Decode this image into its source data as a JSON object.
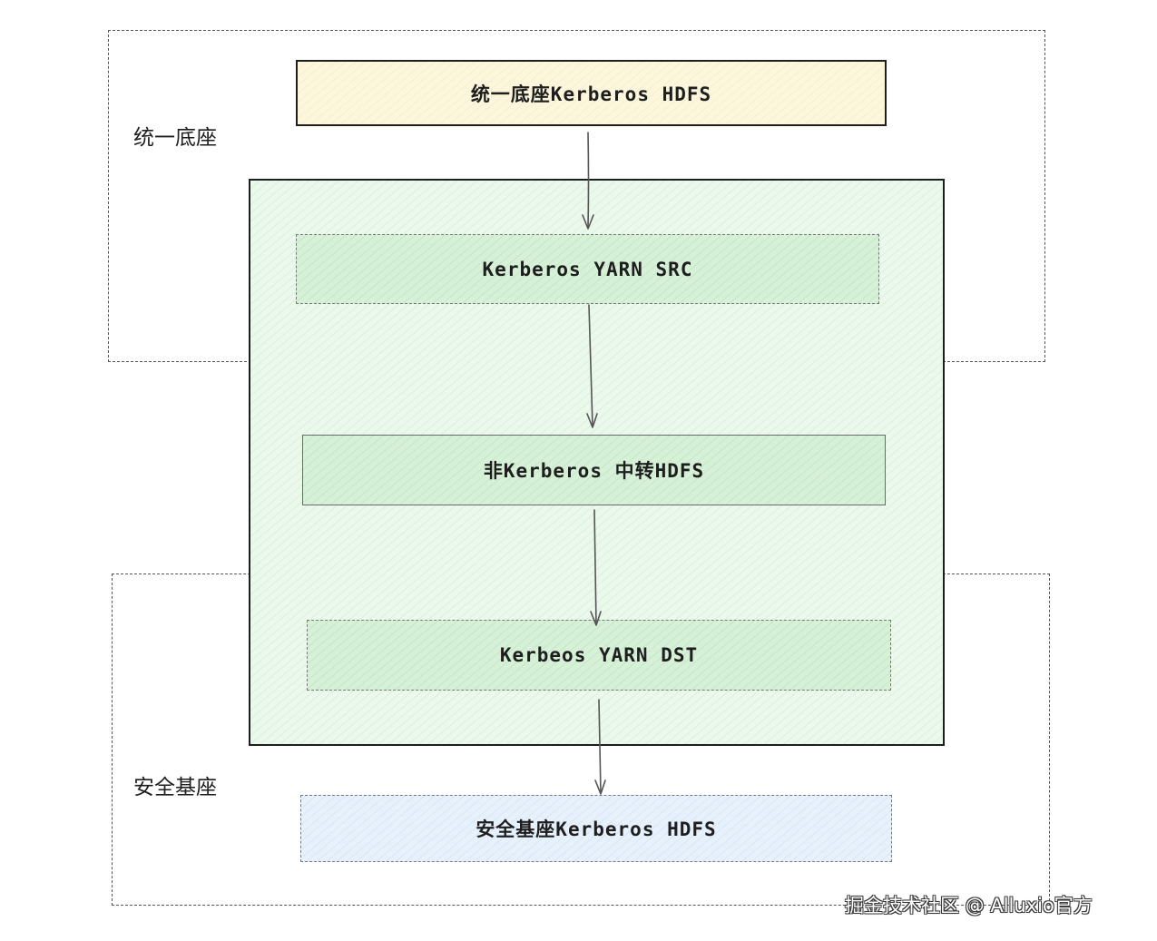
{
  "zones": {
    "unified": {
      "label": "统一底座"
    },
    "secure": {
      "label": "安全基座"
    }
  },
  "nodes": {
    "unified_hdfs": "统一底座Kerberos HDFS",
    "yarn_src": "Kerberos YARN SRC",
    "relay_hdfs": "非Kerberos 中转HDFS",
    "yarn_dst": "Kerbeos YARN DST",
    "secure_hdfs": "安全基座Kerberos HDFS"
  },
  "edges": [
    {
      "from": "unified_hdfs",
      "to": "yarn_src"
    },
    {
      "from": "yarn_src",
      "to": "relay_hdfs"
    },
    {
      "from": "relay_hdfs",
      "to": "yarn_dst"
    },
    {
      "from": "yarn_dst",
      "to": "secure_hdfs"
    }
  ],
  "colors": {
    "stroke": "#1e1e1e",
    "yellow_fill": "#fbf6dc",
    "green_fill": "#d7f1d8",
    "container_fill": "#ebf8ec",
    "blue_fill": "#e7f1fb"
  },
  "watermark": "掘金技术社区 @ Alluxio官方"
}
